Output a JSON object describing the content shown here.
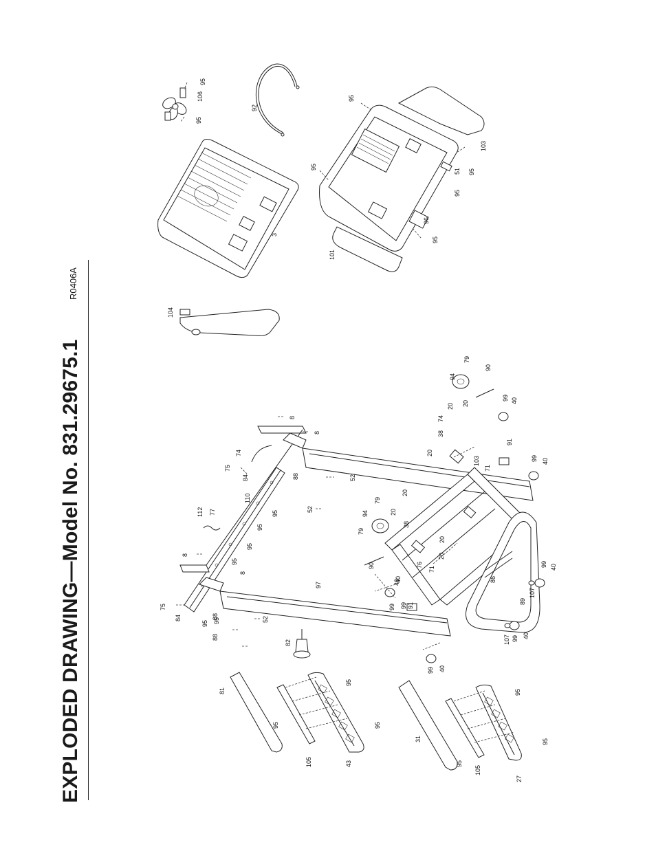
{
  "page": {
    "title": "EXPLODED DRAWING—Model No. 831.29675.1",
    "drawing_code": "R0406A"
  },
  "callouts": {
    "top": [
      "95",
      "106",
      "95",
      "92",
      "3",
      "104",
      "95",
      "101",
      "95",
      "96",
      "95",
      "95",
      "51",
      "95",
      "103"
    ],
    "console": [
      "75",
      "84",
      "95",
      "88",
      "8",
      "112",
      "77",
      "8",
      "95",
      "95",
      "95",
      "95",
      "84",
      "75",
      "110",
      "95",
      "74",
      "8",
      "8",
      "88",
      "52",
      "52",
      "88",
      "52",
      "97",
      "82"
    ],
    "base": [
      "79",
      "94",
      "79",
      "20",
      "38",
      "20",
      "90",
      "76",
      "71",
      "20",
      "79",
      "94",
      "90",
      "20",
      "38",
      "20",
      "74",
      "20",
      "103",
      "71",
      "91",
      "99",
      "40",
      "99",
      "40",
      "99",
      "40",
      "99",
      "40",
      "89",
      "86",
      "107",
      "99",
      "40",
      "107",
      "99",
      "40",
      "99",
      "40",
      "91",
      "20"
    ],
    "handrails": [
      "81",
      "95",
      "95",
      "105",
      "43",
      "95",
      "31",
      "95",
      "105",
      "27",
      "95",
      "95"
    ]
  }
}
